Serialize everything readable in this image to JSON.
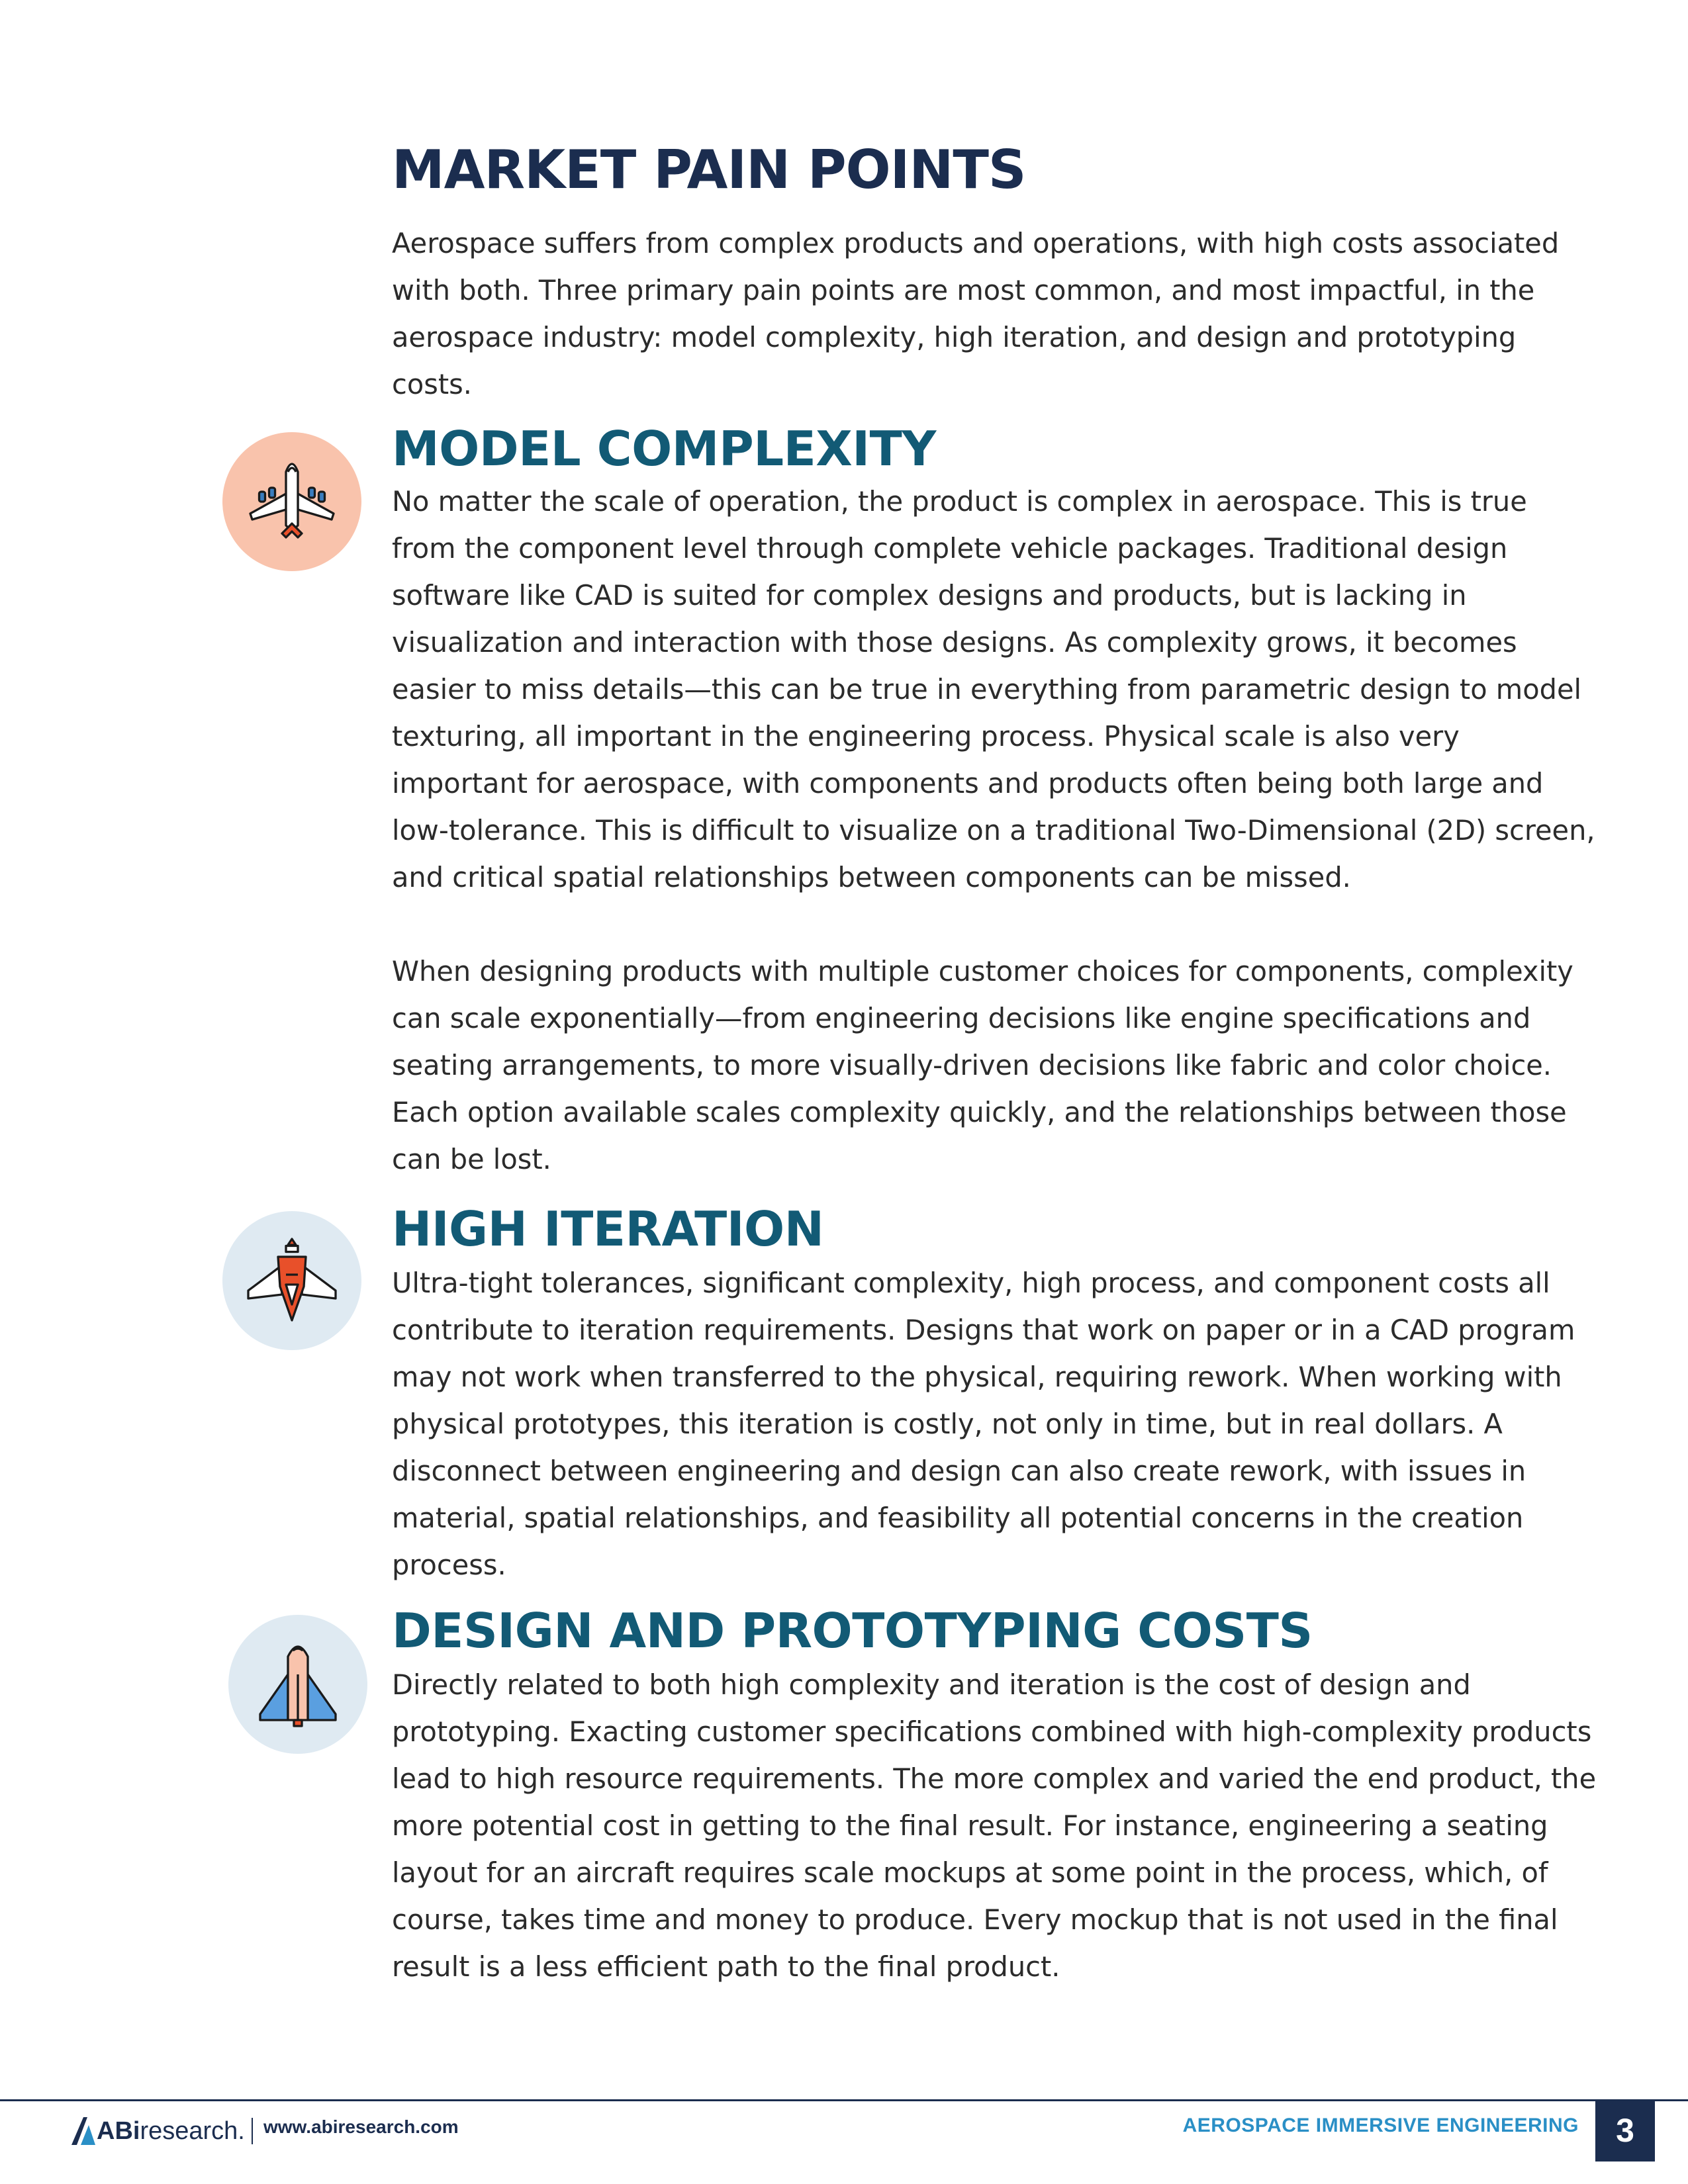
{
  "title": "MARKET PAIN POINTS",
  "intro": "Aerospace suffers from complex products and operations, with high costs associated with both. Three primary pain points are most common, and most impactful, in the aerospace industry: model complexity, high iteration, and design and prototyping costs.",
  "sections": [
    {
      "heading": "MODEL COMPLEXITY",
      "icon": "airplane-icon",
      "paragraphs": [
        "No matter the scale of operation, the product is complex in aerospace. This is true from the component level through complete vehicle packages. Traditional design software like CAD is suited for complex designs and products, but is lacking in visualization and interaction with those designs. As complexity grows, it becomes easier to miss details—this can be true in everything from parametric design to model texturing, all important in the engineering process. Physical scale is also very important for aerospace, with components and products often being both large and low-tolerance. This is difficult to visualize on a traditional Two-Dimensional (2D) screen, and critical spatial relationships between components can be missed.",
        "When designing products with multiple customer choices for components, complexity can scale exponentially—from engineering decisions like engine specifications and seating arrangements, to more visually-driven decisions like fabric and color choice. Each option available scales complexity quickly, and the relationships between those can be lost."
      ]
    },
    {
      "heading": "HIGH ITERATION",
      "icon": "jet-icon",
      "paragraphs": [
        "Ultra-tight tolerances, significant complexity, high process, and component costs all contribute to iteration requirements. Designs that work on paper or in a CAD program may not work when transferred to the physical, requiring rework. When working with physical prototypes, this iteration is costly, not only in time, but in real dollars. A disconnect between engineering and design can also create rework, with issues in material, spatial relationships, and feasibility all potential concerns in the creation process."
      ]
    },
    {
      "heading": "DESIGN AND PROTOTYPING COSTS",
      "icon": "space-shuttle-icon",
      "paragraphs": [
        "Directly related to both high complexity and iteration is the cost of design and prototyping. Exacting customer specifications combined with high-complexity products lead to high resource requirements. The more complex and varied the end product, the more potential cost in getting to the final result. For instance, engineering a seating layout for an aircraft requires scale mockups at some point in the process, which, of course, takes time and money to produce. Every mockup that is not used in the final result is a less efficient path to the final product."
      ]
    }
  ],
  "footer": {
    "logo_bold": "ABi",
    "logo_regular": "research",
    "logo_mark": ".",
    "url": "www.abiresearch.com",
    "document_title": "AEROSPACE IMMERSIVE ENGINEERING",
    "page_number": "3"
  },
  "colors": {
    "navy": "#1b2d4f",
    "teal": "#125a75",
    "accent_blue": "#2a8fc6",
    "salmon": "#f9c3ac",
    "light_blue": "#dfeaf2",
    "orange": "#e8502a"
  }
}
